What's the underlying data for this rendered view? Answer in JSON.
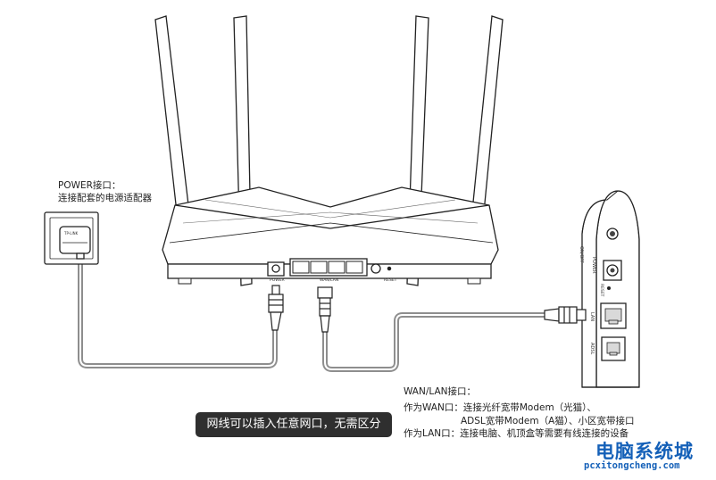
{
  "labels": {
    "power_title": "POWER接口：",
    "power_desc": "连接配套的电源适配器",
    "wan_title": "WAN/LAN接口：",
    "wan_line1": "作为WAN口：连接光纤宽带Modem（光猫）、",
    "wan_line2": "ADSL宽带Modem（A猫）、小区宽带接口",
    "wan_line3": "作为LAN口：连接电脑、机顶盒等需要有线连接的设备",
    "note": "网线可以插入任意网口，无需区分"
  },
  "router": {
    "port_power": "POWER",
    "port_wanlan": "WAN/LAN",
    "port_reset": "RESET"
  },
  "adapter": {
    "brand": "TP-LINK"
  },
  "modem": {
    "label_onoff": "ON/OFF",
    "label_power": "POWER",
    "label_reset": "RESET",
    "port_lan": "LAN",
    "port_adsl": "ADSL"
  },
  "watermark": {
    "title": "电脑系统城",
    "url": "pcxitongcheng.com"
  },
  "colors": {
    "cable": "#8e8e8e",
    "note_bg": "#2f2f2f",
    "watermark": "#1460b8"
  }
}
